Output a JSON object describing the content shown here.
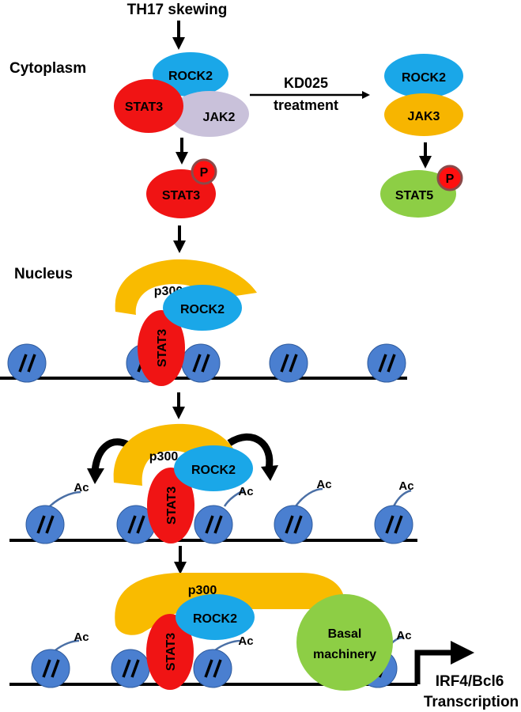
{
  "header": {
    "stimulus": "TH17 skewing"
  },
  "compartments": {
    "cytoplasm": "Cytoplasm",
    "nucleus": "Nucleus"
  },
  "proteins": {
    "rock2": "ROCK2",
    "stat3": "STAT3",
    "jak2": "JAK2",
    "jak3": "JAK3",
    "stat5": "STAT5",
    "p300": "p300",
    "phospho": "P",
    "basal_line1": "Basal",
    "basal_line2": "machinery"
  },
  "treatment": {
    "line1": "KD025",
    "line2": "treatment"
  },
  "marks": {
    "acetyl": "Ac"
  },
  "output": {
    "line1": "IRF4/Bcl6",
    "line2": "Transcription"
  },
  "colors": {
    "rock2": "#1aa7e8",
    "stat3": "#f01414",
    "jak2": "#c9c1da",
    "jak3": "#f7b500",
    "stat5": "#8dce45",
    "p300": "#f9bb00",
    "basal": "#8dce45",
    "phospho_fill": "#ff1010",
    "phospho_ring": "#8a4a4a",
    "nucleosome": "#4a7fd0",
    "dna": "#000000",
    "acetyl_tail": "#4a6fa5"
  }
}
